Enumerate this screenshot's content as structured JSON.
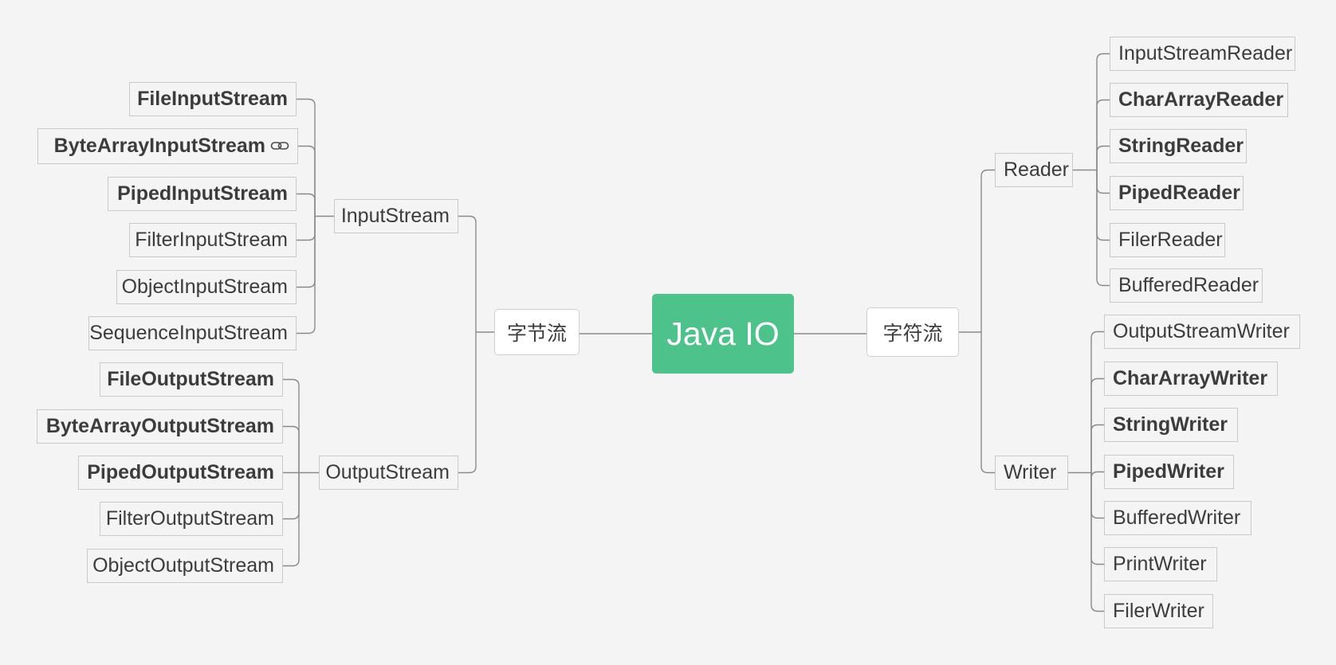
{
  "root": {
    "label": "Java IO"
  },
  "branches": {
    "byte": {
      "label": "字节流",
      "groups": [
        {
          "label": "InputStream",
          "children": [
            {
              "label": "FileInputStream",
              "bold": true
            },
            {
              "label": "ByteArrayInputStream",
              "bold": true,
              "icon": "link-icon"
            },
            {
              "label": "PipedInputStream",
              "bold": true
            },
            {
              "label": "FilterInputStream",
              "bold": false
            },
            {
              "label": "ObjectInputStream",
              "bold": false
            },
            {
              "label": "SequenceInputStream",
              "bold": false
            }
          ]
        },
        {
          "label": "OutputStream",
          "children": [
            {
              "label": "FileOutputStream",
              "bold": true
            },
            {
              "label": "ByteArrayOutputStream",
              "bold": true
            },
            {
              "label": "PipedOutputStream",
              "bold": true
            },
            {
              "label": "FilterOutputStream",
              "bold": false
            },
            {
              "label": "ObjectOutputStream",
              "bold": false
            }
          ]
        }
      ]
    },
    "char": {
      "label": "字符流",
      "groups": [
        {
          "label": "Reader",
          "children": [
            {
              "label": "InputStreamReader",
              "bold": false
            },
            {
              "label": "CharArrayReader",
              "bold": true
            },
            {
              "label": "StringReader",
              "bold": true
            },
            {
              "label": "PipedReader",
              "bold": true
            },
            {
              "label": "FilerReader",
              "bold": false
            },
            {
              "label": "BufferedReader",
              "bold": false
            }
          ]
        },
        {
          "label": "Writer",
          "children": [
            {
              "label": "OutputStreamWriter",
              "bold": false
            },
            {
              "label": "CharArrayWriter",
              "bold": true
            },
            {
              "label": "StringWriter",
              "bold": true
            },
            {
              "label": "PipedWriter",
              "bold": true
            },
            {
              "label": "BufferedWriter",
              "bold": false
            },
            {
              "label": "PrintWriter",
              "bold": false
            },
            {
              "label": "FilerWriter",
              "bold": false
            }
          ]
        }
      ]
    }
  },
  "colors": {
    "root_fill": "#4dc28b",
    "connector": "#8a8a8a",
    "node_border": "#c9c9c9",
    "background": "#f4f4f4"
  }
}
